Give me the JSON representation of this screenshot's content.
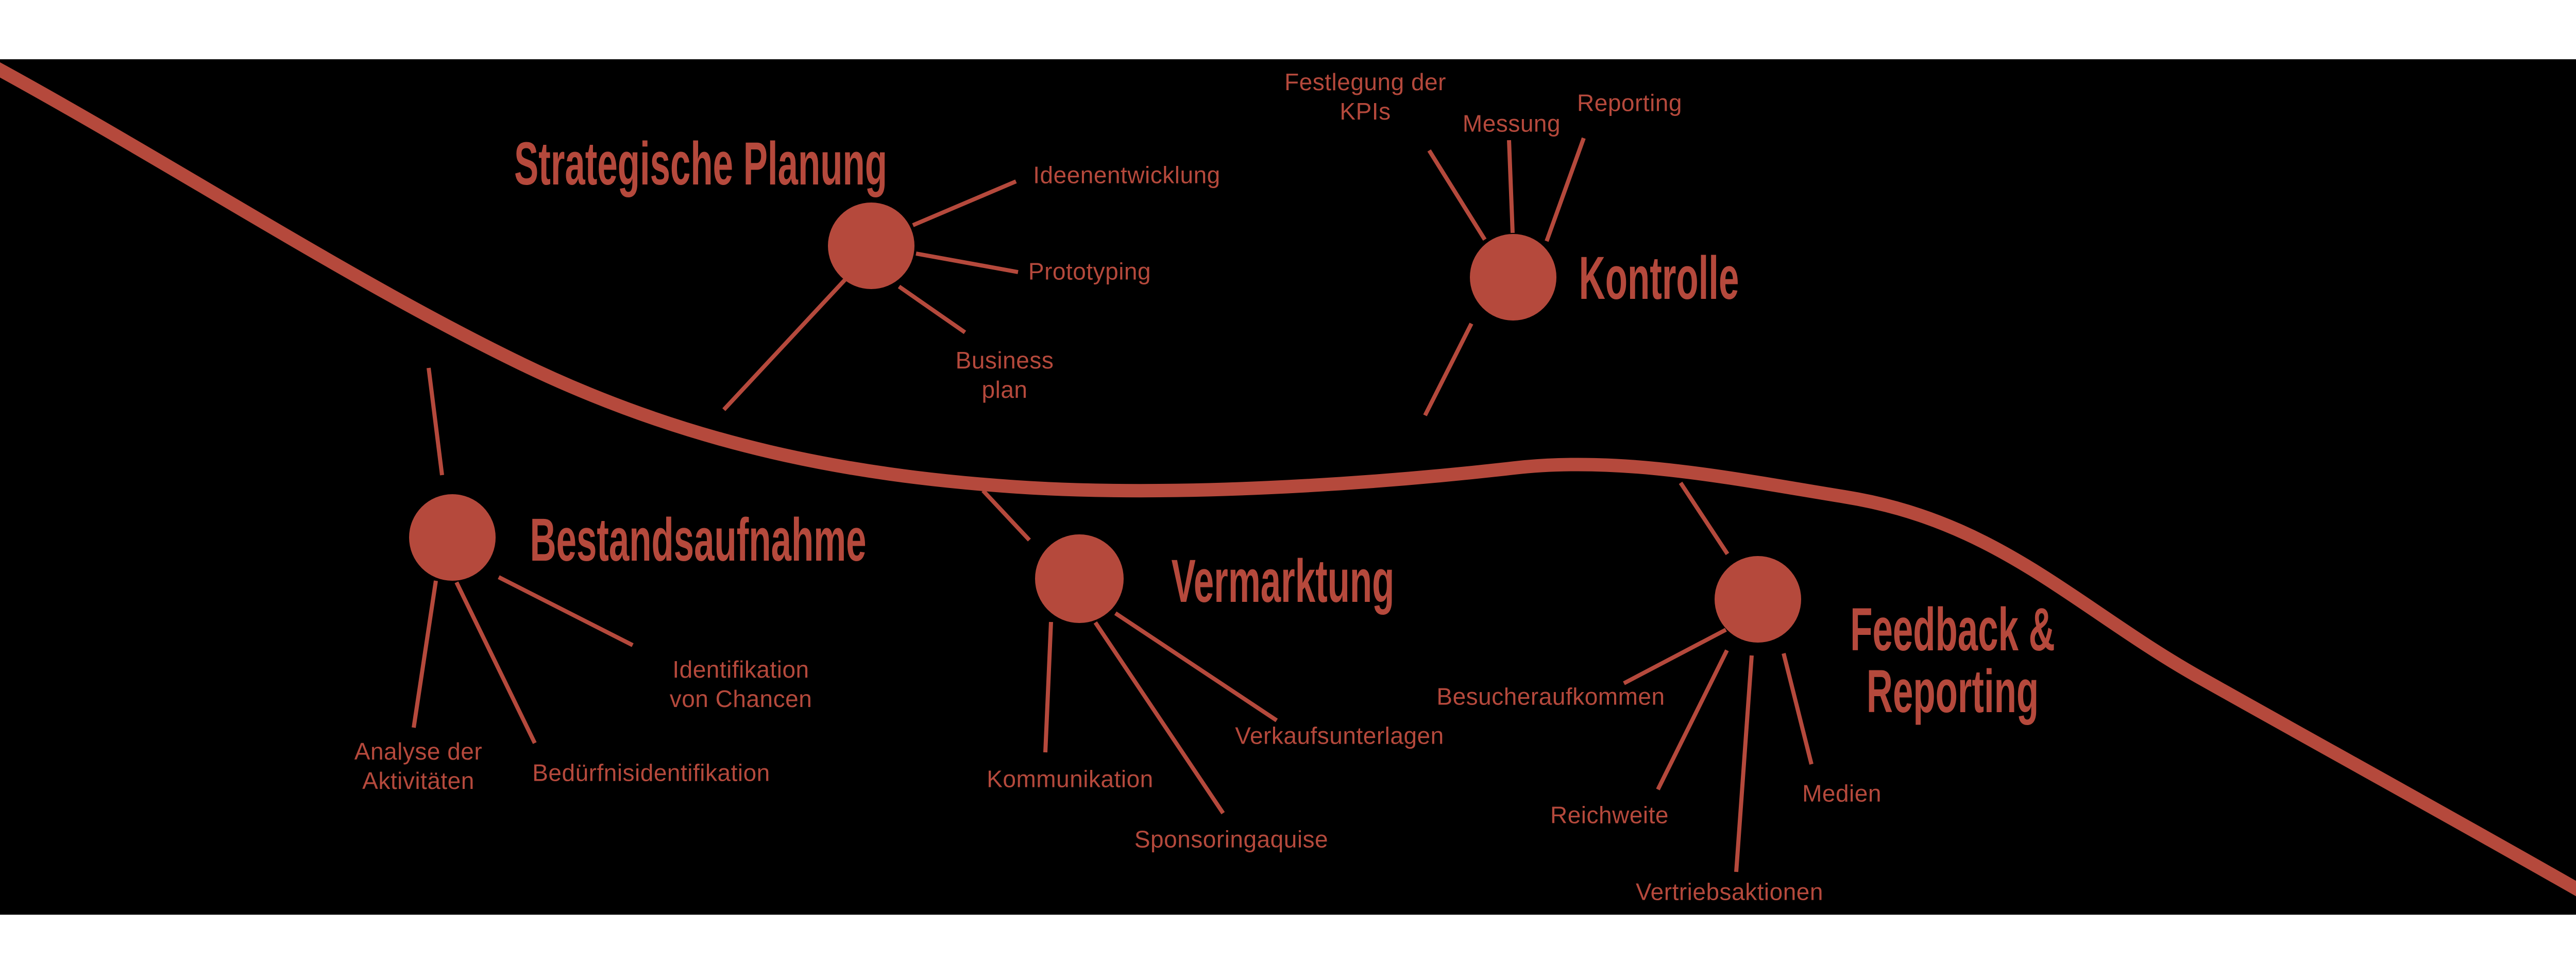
{
  "canvas": {
    "background_color": "#000000",
    "band_color": "#ffffff",
    "accent_color": "#b5493c"
  },
  "diagram": {
    "type": "journey-map",
    "curve": "s-shaped path flowing from top-left to bottom-right",
    "nodes": [
      {
        "title": "Strategische Planung",
        "sublabels": [
          "Ideenentwicklung",
          "Prototyping",
          "Business\nplan"
        ]
      },
      {
        "title": "Kontrolle",
        "sublabels": [
          "Festlegung der\nKPIs",
          "Messung",
          "Reporting"
        ]
      },
      {
        "title": "Bestandsaufnahme",
        "sublabels": [
          "Identifikation\nvon Chancen",
          "Analyse der\nAktivitäten",
          "Bedürfnisidentifikation"
        ]
      },
      {
        "title": "Vermarktung",
        "sublabels": [
          "Kommunikation",
          "Sponsoringaquise",
          "Verkaufsunterlagen"
        ]
      },
      {
        "title": "Feedback &\nReporting",
        "sublabels": [
          "Besucheraufkommen",
          "Reichweite",
          "Medien",
          "Vertriebsaktionen"
        ]
      }
    ]
  }
}
